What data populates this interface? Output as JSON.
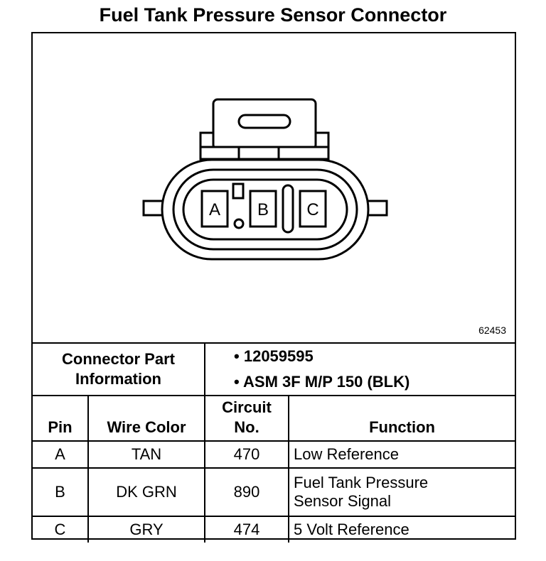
{
  "title": "Fuel Tank Pressure Sensor Connector",
  "figure_id": "62453",
  "pins": {
    "a": "A",
    "b": "B",
    "c": "C"
  },
  "connector_info": {
    "label_line1": "Connector Part",
    "label_line2": "Information",
    "items": [
      "12059595",
      "ASM 3F M/P 150 (BLK)"
    ]
  },
  "table": {
    "headers": {
      "pin": "Pin",
      "wire_color": "Wire Color",
      "circuit_line1": "Circuit",
      "circuit_line2": "No.",
      "function": "Function"
    },
    "rows": [
      {
        "pin": "A",
        "wire_color": "TAN",
        "circuit": "470",
        "function_line1": "Low Reference",
        "function_line2": ""
      },
      {
        "pin": "B",
        "wire_color": "DK GRN",
        "circuit": "890",
        "function_line1": "Fuel Tank Pressure",
        "function_line2": "Sensor Signal"
      },
      {
        "pin": "C",
        "wire_color": "GRY",
        "circuit": "474",
        "function_line1": "5 Volt Reference",
        "function_line2": ""
      }
    ]
  }
}
